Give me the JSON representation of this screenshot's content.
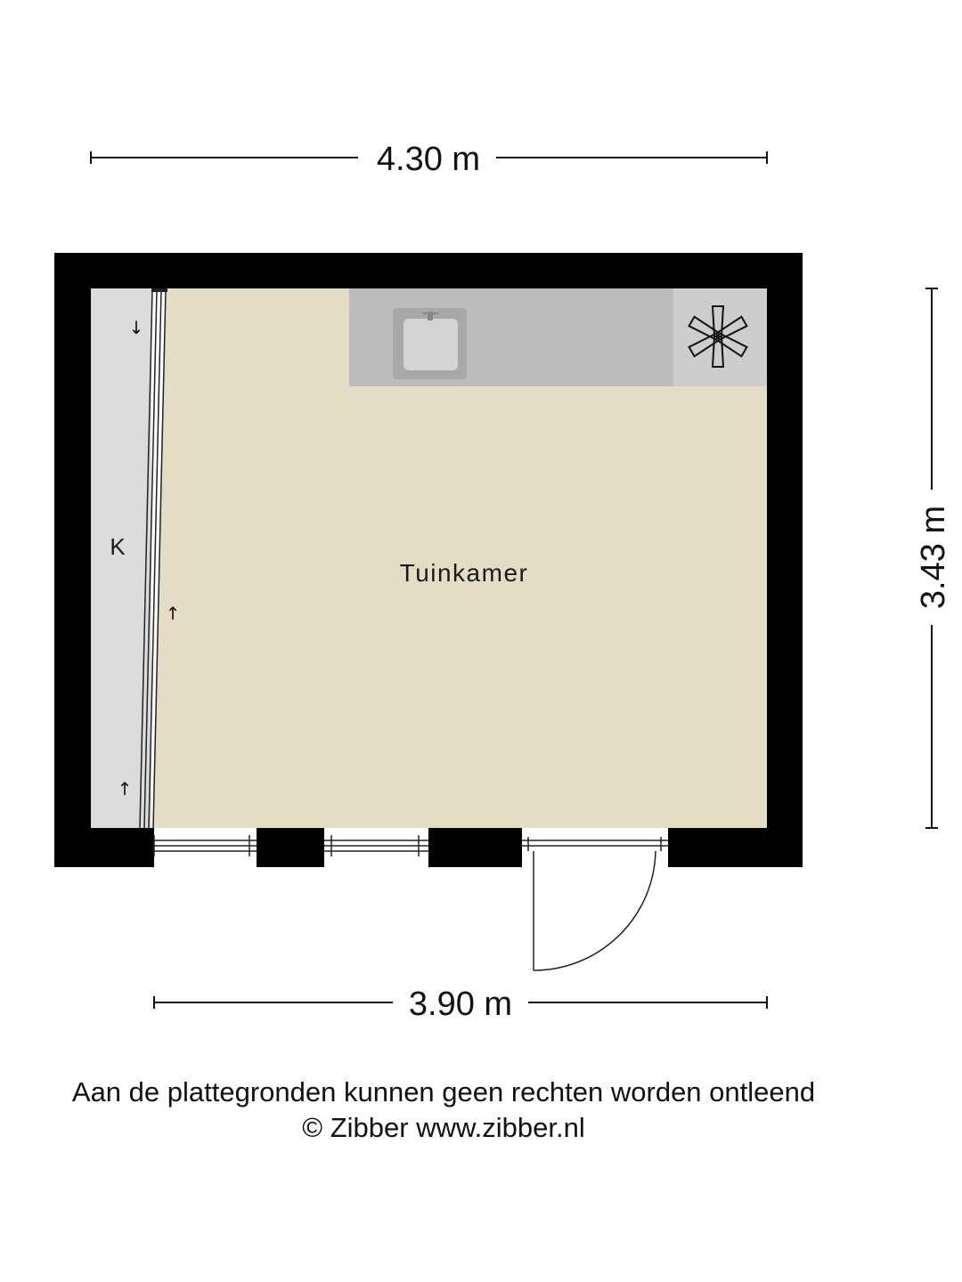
{
  "dimensions": {
    "top_width": "4.30 m",
    "right_height": "3.43 m",
    "bottom_width": "3.90 m"
  },
  "rooms": {
    "main_label": "Tuinkamer",
    "closet_label": "K"
  },
  "arrows": {
    "down": "↓",
    "up": "↑"
  },
  "footer": {
    "disclaimer": "Aan de plattegronden kunnen geen rechten worden ontleend",
    "copyright": "© Zibber www.zibber.nl"
  },
  "colors": {
    "wall": "#000000",
    "floor": "#e4dcc5",
    "closet": "#dcdcdc",
    "counter": "#bcbcbc",
    "background": "#ffffff"
  }
}
